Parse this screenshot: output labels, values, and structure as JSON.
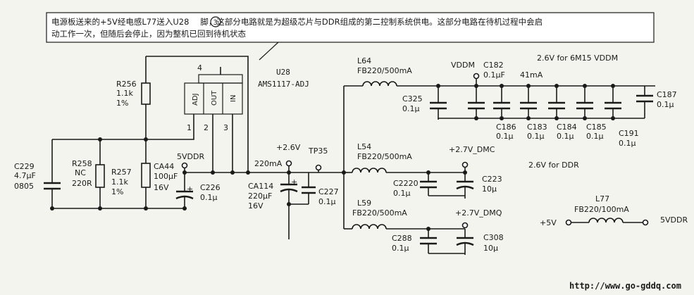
{
  "note": {
    "line1": "电源板送来的+5V经电感L77送入U28",
    "circled_pin": "3",
    "line1_rest": "脚，这部分电路就是为超级芯片与DDR组成的第二控制系统供电。这部分电路在待机过程中会启",
    "line2": "动工作一次，但随后会停止，因为整机已回到待机状态"
  },
  "regulator": {
    "ref": "U28",
    "part": "AMS1117-ADJ",
    "tab_pin": "4",
    "pins": [
      {
        "name": "ADJ",
        "num": "1"
      },
      {
        "name": "OUT",
        "num": "2"
      },
      {
        "name": "IN",
        "num": "3"
      }
    ]
  },
  "left": {
    "r256": {
      "ref": "R256",
      "value": "1.1k",
      "tol": "1%"
    },
    "c229": {
      "ref": "C229",
      "value": "4.7μF",
      "pkg": "0805"
    },
    "r258": {
      "ref": "R258",
      "value": "NC",
      "value2": "220R"
    },
    "r257": {
      "ref": "R257",
      "value": "1.1k",
      "tol": "1%"
    },
    "ca44": {
      "ref": "CA44",
      "value": "100μF",
      "volt": "16V"
    },
    "c226": {
      "ref": "C226",
      "value": "0.1μ"
    },
    "ca114": {
      "ref": "CA114",
      "value": "220μF",
      "volt": "16V"
    },
    "c227": {
      "ref": "C227",
      "value": "0.1μ"
    },
    "vddr_label": "5VDDR",
    "current": "220mA",
    "rail": "+2.6V",
    "tp": "TP35"
  },
  "top_branch": {
    "l64": {
      "ref": "L64",
      "value": "FB220/500mA"
    },
    "c325": {
      "ref": "C325",
      "value": "0.1μ"
    },
    "vddm": "VDDM",
    "c182": {
      "ref": "C182",
      "value": "0.1μF"
    },
    "current": "41mA",
    "title": "2.6V for 6M15 VDDM",
    "c187": {
      "ref": "C187",
      "value": "0.1μ"
    },
    "caps": [
      {
        "ref": "C186",
        "value": "0.1μ"
      },
      {
        "ref": "C183",
        "value": "0.1μ"
      },
      {
        "ref": "C184",
        "value": "0.1μ"
      },
      {
        "ref": "C185",
        "value": "0.1μ"
      },
      {
        "ref": "C191",
        "value": "0.1μ"
      }
    ]
  },
  "mid_branch": {
    "l54": {
      "ref": "L54",
      "value": "FB220/500mA"
    },
    "rail": "+2.7V_DMC",
    "c2220": {
      "ref": "C2220",
      "value": "0.1μ"
    },
    "c223": {
      "ref": "C223",
      "value": "10μ"
    },
    "title": "2.6V for DDR"
  },
  "bot_branch": {
    "l59": {
      "ref": "L59",
      "value": "FB220/500mA"
    },
    "rail": "+2.7V_DMQ",
    "c288": {
      "ref": "C288",
      "value": "0.1μ"
    },
    "c308": {
      "ref": "C308",
      "value": "10μ"
    }
  },
  "l77": {
    "ref": "L77",
    "value": "FB220/100mA",
    "in": "+5V",
    "out": "5VDDR"
  },
  "watermark": "http://www.go-gddq.com"
}
